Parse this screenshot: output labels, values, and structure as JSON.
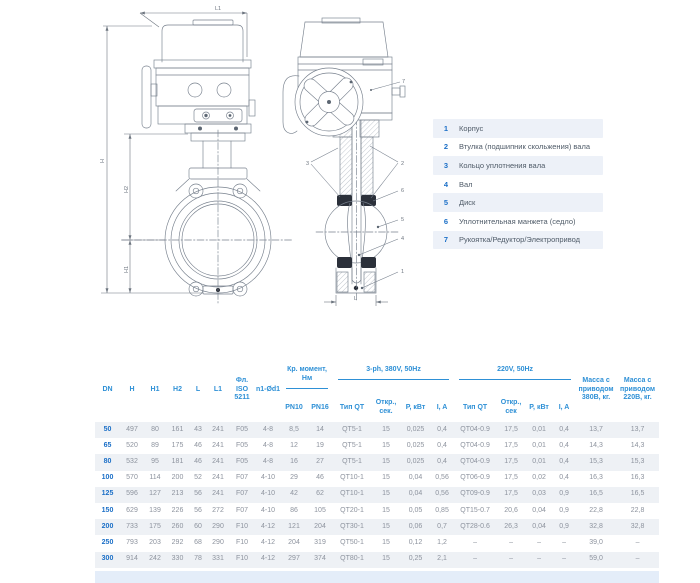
{
  "colors": {
    "header_blue": "#2E90D6",
    "value_blue": "#1B6FC7",
    "data_gray": "#8D939E",
    "row_alt_bg": "#EEF1F5",
    "legend_row_bg": "#EDF1F8",
    "drawing_line": "#77808D",
    "seal_black": "#2B303A"
  },
  "drawings": {
    "front_view": {
      "dim_l1": "L1",
      "dim_h": "H",
      "dim_h2": "H2",
      "dim_h1": "H1"
    },
    "section_view": {
      "dim_l": "L",
      "callout_1": "1",
      "callout_2": "2",
      "callout_3": "3",
      "callout_4": "4",
      "callout_5": "5",
      "callout_6": "6",
      "callout_7": "7"
    }
  },
  "legend": {
    "items": [
      {
        "num": "1",
        "label": "Корпус"
      },
      {
        "num": "2",
        "label": "Втулка (подшипник скольжения) вала"
      },
      {
        "num": "3",
        "label": "Кольцо уплотнения вала"
      },
      {
        "num": "4",
        "label": "Вал"
      },
      {
        "num": "5",
        "label": "Диск"
      },
      {
        "num": "6",
        "label": "Уплотнительная манжета (седло)"
      },
      {
        "num": "7",
        "label": "Рукоятка/Редуктор/Электропривод"
      }
    ]
  },
  "table": {
    "col_headers_left": [
      "DN",
      "H",
      "H1",
      "H2",
      "L",
      "L1",
      "Фл. ISO 5211",
      "n1-Ød1"
    ],
    "groups": [
      {
        "label": "Кр. момент, Нм",
        "cols": [
          "PN10",
          "PN16"
        ]
      },
      {
        "label": "3-ph, 380V, 50Hz",
        "cols": [
          "Тип QT",
          "Откр., сек.",
          "P, кВт",
          "I, A"
        ]
      },
      {
        "label": "220V, 50Hz",
        "cols": [
          "Тип QT",
          "Откр., сек",
          "P, кВт",
          "I, A"
        ]
      }
    ],
    "col_headers_right": [
      "Масса с при­водом 380В, кг.",
      "Масса с при­водом 220В, кг."
    ],
    "rows": [
      [
        "50",
        "497",
        "80",
        "161",
        "43",
        "241",
        "F05",
        "4-8",
        "8,5",
        "14",
        "QT5-1",
        "15",
        "0,025",
        "0,4",
        "QT04-0.9",
        "17,5",
        "0,01",
        "0,4",
        "13,7",
        "13,7"
      ],
      [
        "65",
        "520",
        "89",
        "175",
        "46",
        "241",
        "F05",
        "4-8",
        "12",
        "19",
        "QT5-1",
        "15",
        "0,025",
        "0,4",
        "QT04-0.9",
        "17,5",
        "0,01",
        "0,4",
        "14,3",
        "14,3"
      ],
      [
        "80",
        "532",
        "95",
        "181",
        "46",
        "241",
        "F05",
        "4-8",
        "16",
        "27",
        "QT5-1",
        "15",
        "0,025",
        "0,4",
        "QT04-0.9",
        "17,5",
        "0,01",
        "0,4",
        "15,3",
        "15,3"
      ],
      [
        "100",
        "570",
        "114",
        "200",
        "52",
        "241",
        "F07",
        "4-10",
        "29",
        "46",
        "QT10-1",
        "15",
        "0,04",
        "0,56",
        "QT06-0.9",
        "17,5",
        "0,02",
        "0,4",
        "16,3",
        "16,3"
      ],
      [
        "125",
        "596",
        "127",
        "213",
        "56",
        "241",
        "F07",
        "4-10",
        "42",
        "62",
        "QT10-1",
        "15",
        "0,04",
        "0,56",
        "QT09-0.9",
        "17,5",
        "0,03",
        "0,9",
        "16,5",
        "16,5"
      ],
      [
        "150",
        "629",
        "139",
        "226",
        "56",
        "272",
        "F07",
        "4-10",
        "86",
        "105",
        "QT20-1",
        "15",
        "0,05",
        "0,85",
        "QT15-0.7",
        "20,6",
        "0,04",
        "0,9",
        "22,8",
        "22,8"
      ],
      [
        "200",
        "733",
        "175",
        "260",
        "60",
        "290",
        "F10",
        "4-12",
        "121",
        "204",
        "QT30-1",
        "15",
        "0,06",
        "0,7",
        "QT28-0.6",
        "26,3",
        "0,04",
        "0,9",
        "32,8",
        "32,8"
      ],
      [
        "250",
        "793",
        "203",
        "292",
        "68",
        "290",
        "F10",
        "4-12",
        "204",
        "319",
        "QT50-1",
        "15",
        "0,12",
        "1,2",
        "–",
        "–",
        "–",
        "–",
        "39,0",
        "–"
      ],
      [
        "300",
        "914",
        "242",
        "330",
        "78",
        "331",
        "F10",
        "4-12",
        "297",
        "374",
        "QT80-1",
        "15",
        "0,25",
        "2,1",
        "–",
        "–",
        "–",
        "–",
        "59,0",
        "–"
      ]
    ]
  }
}
